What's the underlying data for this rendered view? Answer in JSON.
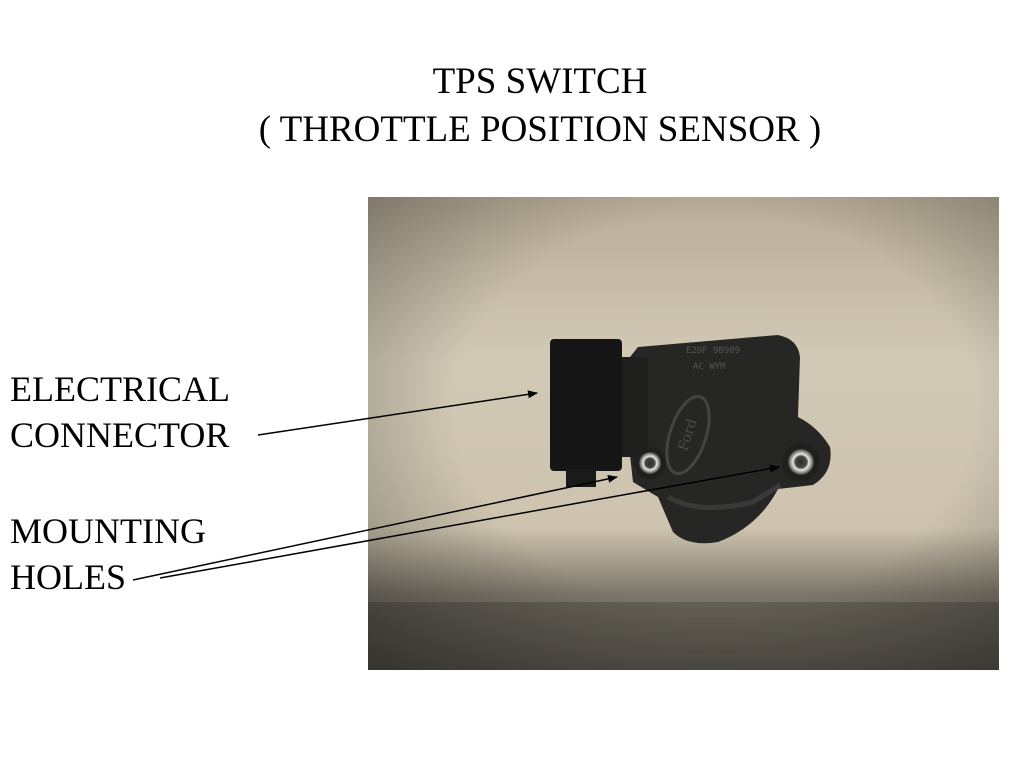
{
  "slide": {
    "title_line1": "TPS SWITCH",
    "title_line2": "( THROTTLE POSITION SENSOR )"
  },
  "labels": {
    "connector_line1": "ELECTRICAL",
    "connector_line2": "CONNECTOR",
    "holes_line1": "MOUNTING",
    "holes_line2": "HOLES"
  },
  "photo": {
    "subject": "throttle-position-sensor",
    "embossed_text": "Ford"
  }
}
